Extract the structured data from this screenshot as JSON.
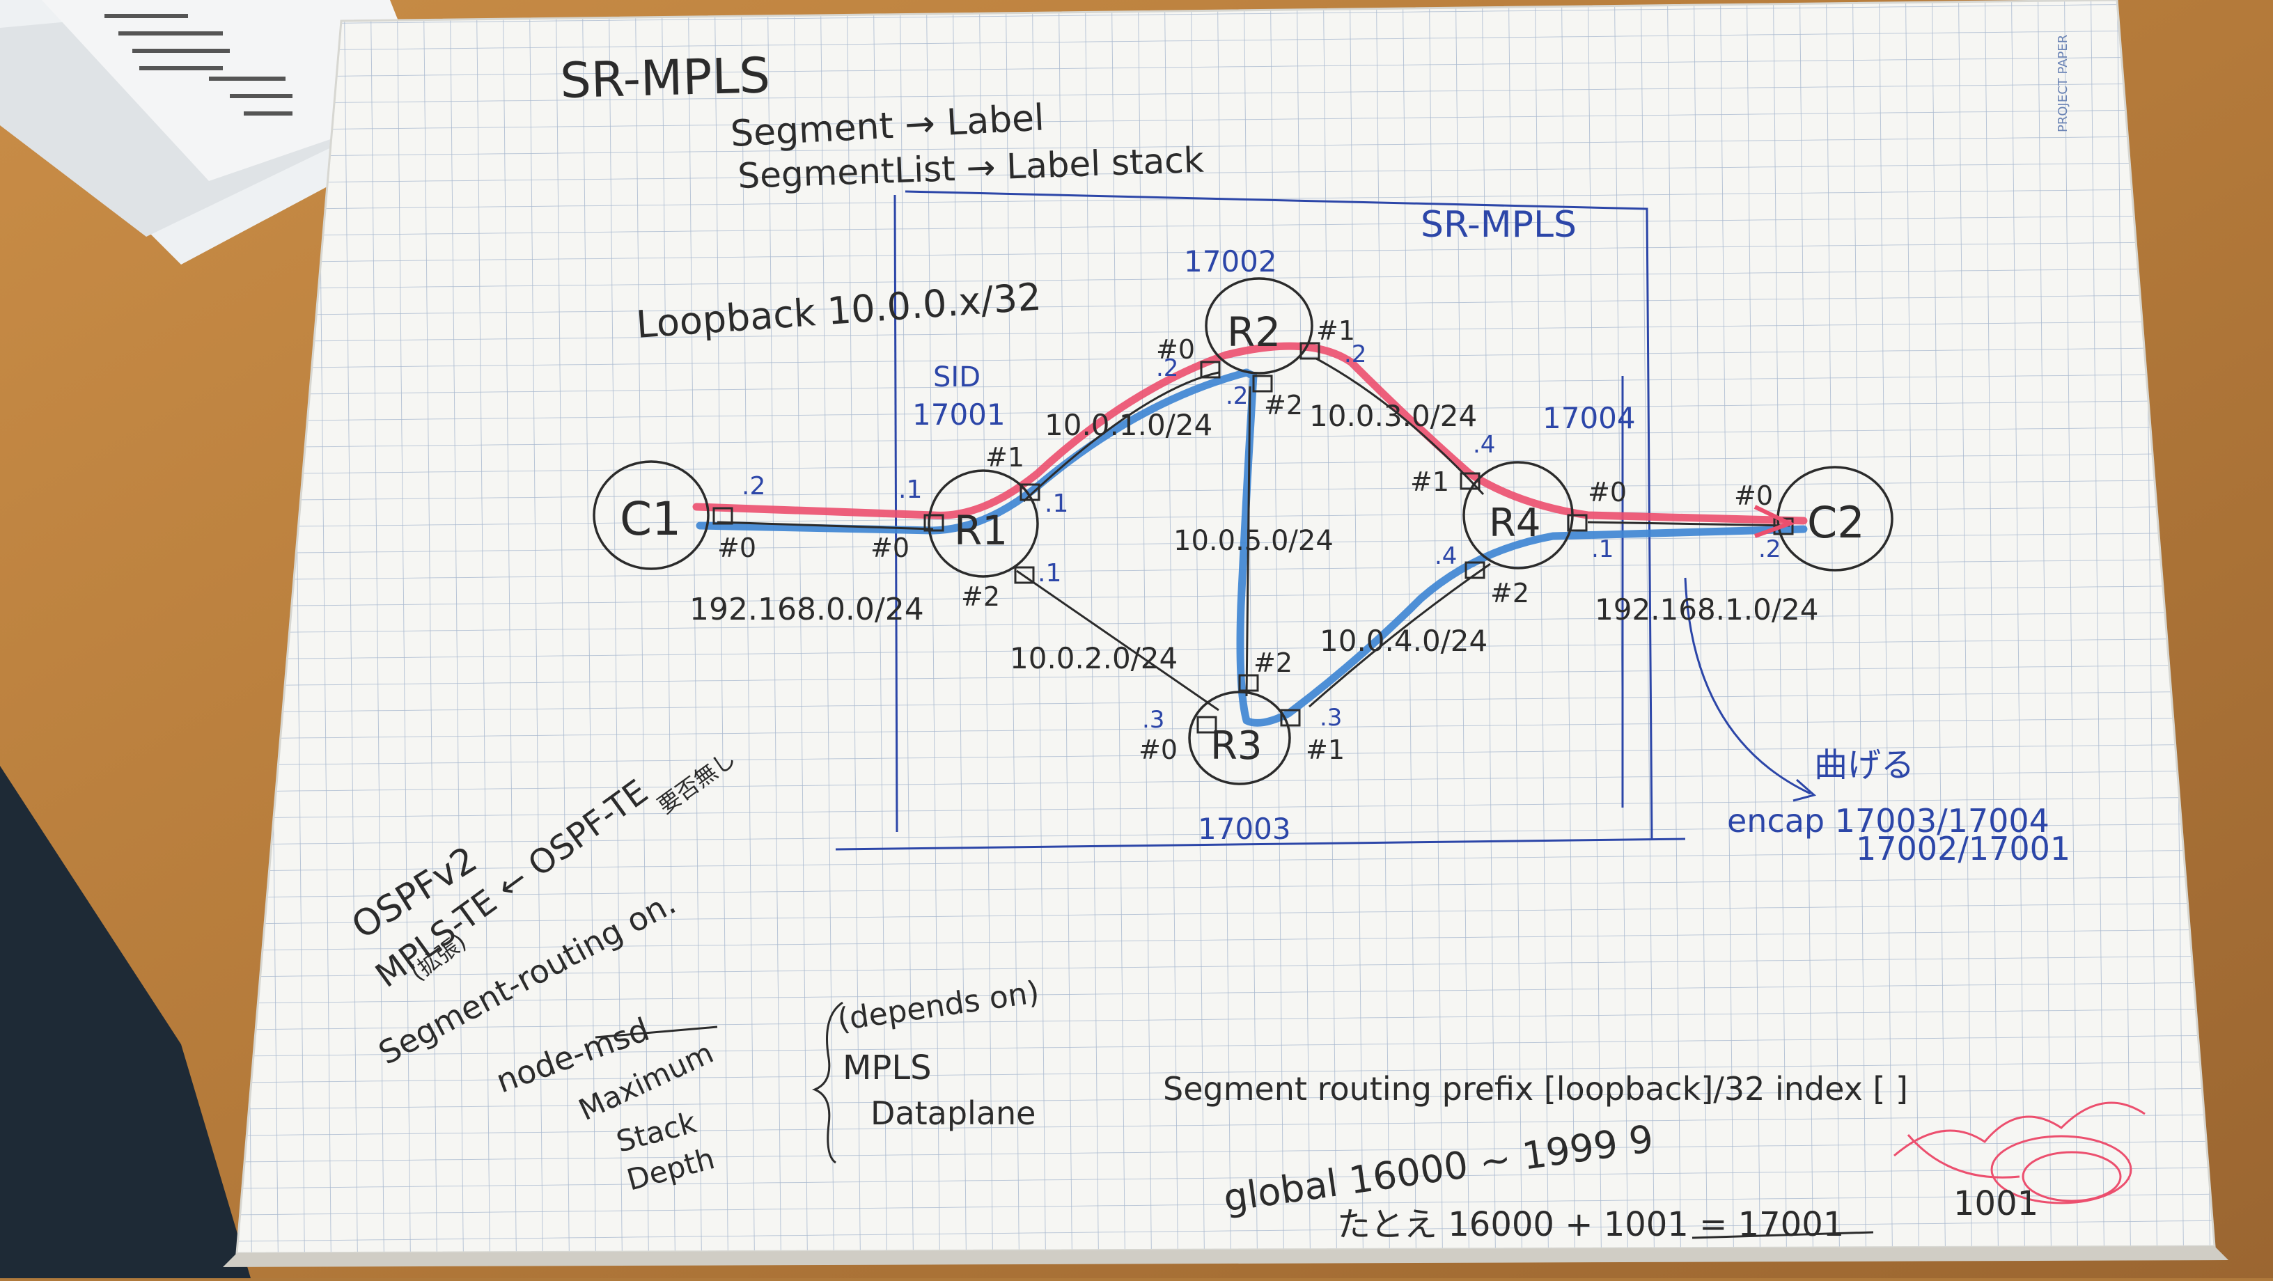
{
  "colors": {
    "desk": "#b07a3c",
    "paper": "#f6f6f3",
    "grid": "#a9b9cf",
    "ink": "#2b2b2b",
    "blue_ink": "#2c46a8",
    "pink_path": "#ec4f6e",
    "blue_path": "#3f86d4"
  },
  "notes": {
    "title": "SR-MPLS",
    "line1": "Segment → Label",
    "line2": "SegmentList → Label stack",
    "loopback": "Loopback 10.0.0.x/32",
    "sid_label": "SID",
    "domain_label": "SR-MPLS"
  },
  "nodes": [
    {
      "key": "c1",
      "label": "C1"
    },
    {
      "key": "r1",
      "label": "R1",
      "sid": "17001"
    },
    {
      "key": "r2",
      "label": "R2",
      "sid": "17002"
    },
    {
      "key": "r3",
      "label": "R3",
      "sid": "17003"
    },
    {
      "key": "r4",
      "label": "R4",
      "sid": "17004"
    },
    {
      "key": "c2",
      "label": "C2"
    }
  ],
  "subnets": {
    "c1_r1": "192.168.0.0/24",
    "r1_r2": "10.0.1.0/24",
    "r2_r4": "10.0.3.0/24",
    "r2_r3": "10.0.5.0/24",
    "r1_r3": "10.0.2.0/24",
    "r3_r4": "10.0.4.0/24",
    "r4_c2": "192.168.1.0/24"
  },
  "interfaces": {
    "c1_if": "#0",
    "c1_addr": ".2",
    "r1_if0": "#0",
    "r1_addr0": ".1",
    "r1_if1": "#1",
    "r1_addr1": ".1",
    "r1_if2": "#2",
    "r1_addr2": ".1",
    "r2_if0": "#0",
    "r2_addr0": ".2",
    "r2_if1": "#1",
    "r2_addr1": ".2",
    "r2_if2": "#2",
    "r2_addr2": ".2",
    "r3_if0": "#0",
    "r3_addr0": ".3",
    "r3_if1": "#1",
    "r3_addr1": ".3",
    "r3_if2": "#2",
    "r4_if0": "#0",
    "r4_addr0": ".1",
    "r4_if1": "#1",
    "r4_addr1": ".4",
    "r4_if2": "#2",
    "r4_addr2": ".4",
    "c2_if": "#0",
    "c2_addr": ".2"
  },
  "encap": {
    "title": "曲げる",
    "line1": "encap 17003/17004",
    "line2": "17002/17001"
  },
  "left_notes": {
    "ospf": "OSPFv2",
    "mpls_te": "MPLS-TE ← OSPF-TE",
    "mpls_te_note": "(拡張)",
    "mpls_te_note2": "要否無し",
    "segment_on": "Segment-routing on.",
    "node_msd": "node-msd",
    "maximum": "Maximum",
    "stack": "Stack",
    "depth": "Depth",
    "depends": "(depends on)",
    "mpls": "MPLS",
    "dataplane": "Dataplane"
  },
  "bottom_notes": {
    "prefix": "Segment routing prefix [loopback]/32 index [ ]",
    "global": "global 16000 ~ 1999 9",
    "calc": "たとえ 16000 + 1001 = 17001",
    "index_value": "1001"
  },
  "corner_papers": {
    "side": "PROJECT PAPER"
  }
}
